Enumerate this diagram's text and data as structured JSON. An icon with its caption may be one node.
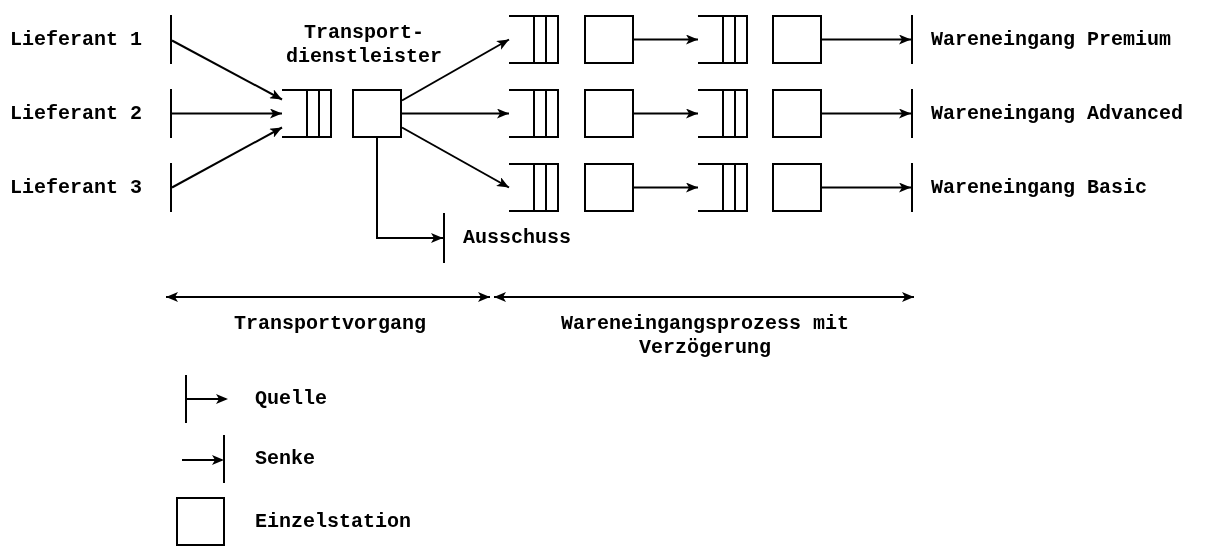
{
  "diagram": {
    "nodes": [
      {
        "text": [
          "Lieferant 1"
        ]
      },
      {
        "text": [
          "Lieferant 2"
        ]
      },
      {
        "text": [
          "Lieferant 3"
        ]
      },
      {
        "text": [],
        "shape": "queue"
      },
      {
        "text": [
          "Transport- dienstleister"
        ]
      },
      {
        "text": [],
        "shape": "queue"
      },
      {
        "text": [],
        "shape": "box"
      },
      {
        "text": [],
        "shape": "queue"
      },
      {
        "text": [],
        "shape": "box"
      },
      {
        "text": [
          "Wareneingang Premium"
        ]
      },
      {
        "text": [],
        "shape": "queue"
      },
      {
        "text": [],
        "shape": "box"
      },
      {
        "text": [],
        "shape": "queue"
      },
      {
        "text": [],
        "shape": "box"
      },
      {
        "text": [
          "Wareneingang Advanced"
        ]
      },
      {
        "text": [],
        "shape": "queue"
      },
      {
        "text": [],
        "shape": "box"
      },
      {
        "text": [],
        "shape": "queue"
      },
      {
        "text": [],
        "shape": "box"
      },
      {
        "text": [
          "Wareneingang Basic"
        ]
      },
      {
        "text": [
          "Ausschuss"
        ]
      }
    ],
    "edges": [
      {
        "from": 0,
        "to": 3,
        "arrow": "to"
      },
      {
        "from": 1,
        "to": 3,
        "arrow": "to"
      },
      {
        "from": 2,
        "to": 3,
        "arrow": "to"
      },
      {
        "from": 4,
        "to": 5,
        "arrow": "to"
      },
      {
        "from": 4,
        "to": 10,
        "arrow": "to"
      },
      {
        "from": 4,
        "to": 15,
        "arrow": "to"
      },
      {
        "from": 6,
        "to": 7,
        "arrow": "to"
      },
      {
        "from": 8,
        "to": 9,
        "arrow": "to"
      },
      {
        "from": 11,
        "to": 12,
        "arrow": "to"
      },
      {
        "from": 13,
        "to": 14,
        "arrow": "to"
      },
      {
        "from": 16,
        "to": 17,
        "arrow": "to"
      },
      {
        "from": 18,
        "to": 19,
        "arrow": "to"
      },
      {
        "from": 4,
        "to": 20,
        "arrow": "to"
      }
    ],
    "labels": [
      "Transportvorgang",
      "Wareneingangsprozess mit Verzögerung"
    ],
    "legend": [
      {
        "text": "Quelle"
      },
      {
        "text": "Senke"
      },
      {
        "text": "Einzelstation"
      }
    ]
  }
}
